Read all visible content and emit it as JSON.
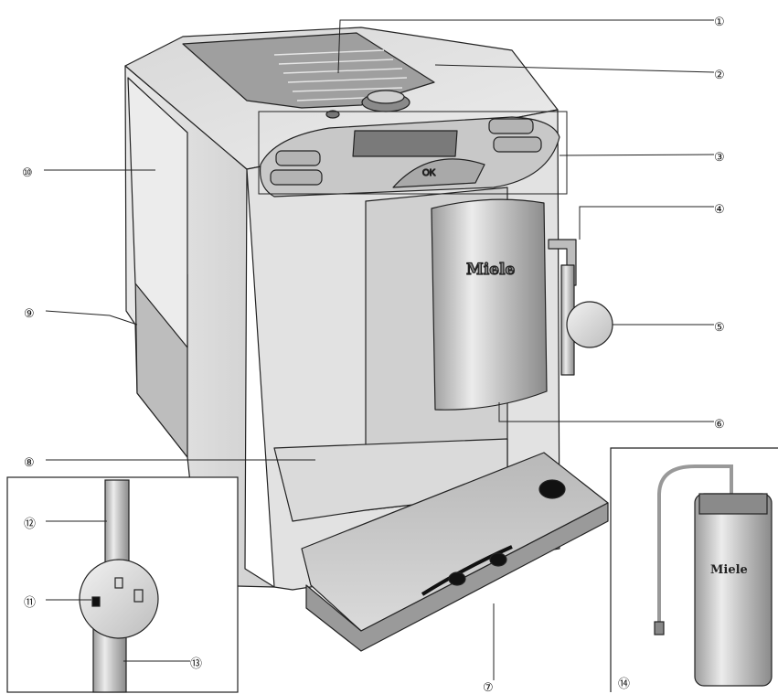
{
  "callouts": [
    {
      "id": "1",
      "label": "①"
    },
    {
      "id": "2",
      "label": "②"
    },
    {
      "id": "3",
      "label": "③"
    },
    {
      "id": "4",
      "label": "④"
    },
    {
      "id": "5",
      "label": "⑤"
    },
    {
      "id": "6",
      "label": "⑥"
    },
    {
      "id": "7",
      "label": "⑦"
    },
    {
      "id": "8",
      "label": "⑧"
    },
    {
      "id": "9",
      "label": "⑨"
    },
    {
      "id": "10",
      "label": "⑩"
    },
    {
      "id": "11",
      "label": "⑪"
    },
    {
      "id": "12",
      "label": "⑫"
    },
    {
      "id": "13",
      "label": "⑬"
    },
    {
      "id": "14",
      "label": "⑭"
    }
  ],
  "brand": {
    "front": "Miele",
    "milk_container": "Miele"
  },
  "control_panel": {
    "ok_button": "OK"
  },
  "colors": {
    "line": "#222222",
    "machine_light": "#e4e4e4",
    "machine_mid": "#bdbdbd",
    "machine_dark": "#8a8a8a",
    "steel_light": "#dcdcdc",
    "steel_dark": "#9a9a9a",
    "panel": "#c8c8c8"
  }
}
